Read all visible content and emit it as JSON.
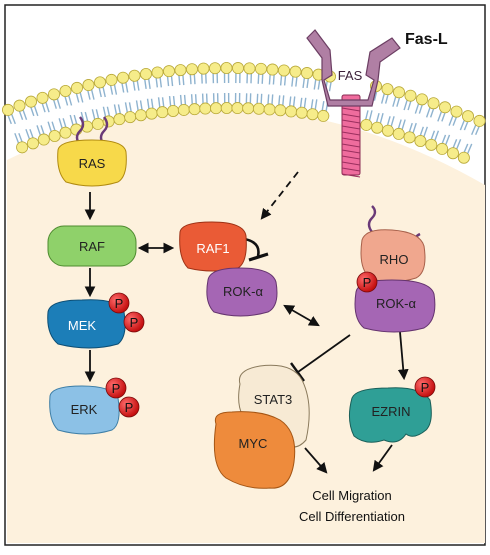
{
  "ligand": {
    "label": "Fas-L"
  },
  "receptor": {
    "label": "FAS"
  },
  "proteins": {
    "ras": "RAS",
    "raf": "RAF",
    "mek": "MEK",
    "erk": "ERK",
    "raf1": "RAF1",
    "rok_alpha_left": "ROK-α",
    "rho": "RHO",
    "rok_alpha_right": "ROK-α",
    "stat3": "STAT3",
    "myc": "MYC",
    "ezrin": "EZRIN"
  },
  "phospho_label": "P",
  "outcome": {
    "line1": "Cell Migration",
    "line2": "Cell Differentiation"
  },
  "colors": {
    "cytoplasm": "#fdf1dd",
    "lipid_head": "#f6ec8a",
    "lipid_tail": "#8fb3cf",
    "ras": "#f7d94a",
    "raf": "#8fd16a",
    "mek": "#1c7eb8",
    "erk": "#8cc1e6",
    "raf1": "#ea5b36",
    "rok": "#a566b4",
    "rho": "#f0a78e",
    "stat3": "#f7ead4",
    "myc": "#ee8b3c",
    "ezrin": "#2f9f96",
    "fas": "#b07fa4",
    "phospho": "#d91e1e"
  }
}
